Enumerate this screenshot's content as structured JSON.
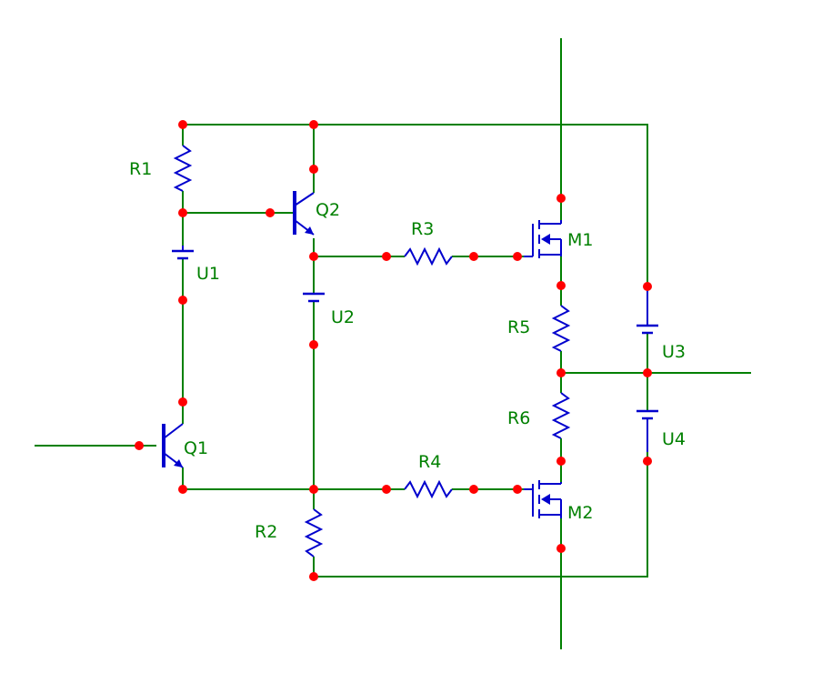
{
  "colors": {
    "wire": "#008000",
    "component": "#0000cd",
    "node": "#ff0000",
    "label": "#008000",
    "background": "#ffffff"
  },
  "components": {
    "R1": "R1",
    "R2": "R2",
    "R3": "R3",
    "R4": "R4",
    "R5": "R5",
    "R6": "R6",
    "Q1": "Q1",
    "Q2": "Q2",
    "M1": "M1",
    "M2": "M2",
    "U1": "U1",
    "U2": "U2",
    "U3": "U3",
    "U4": "U4"
  }
}
